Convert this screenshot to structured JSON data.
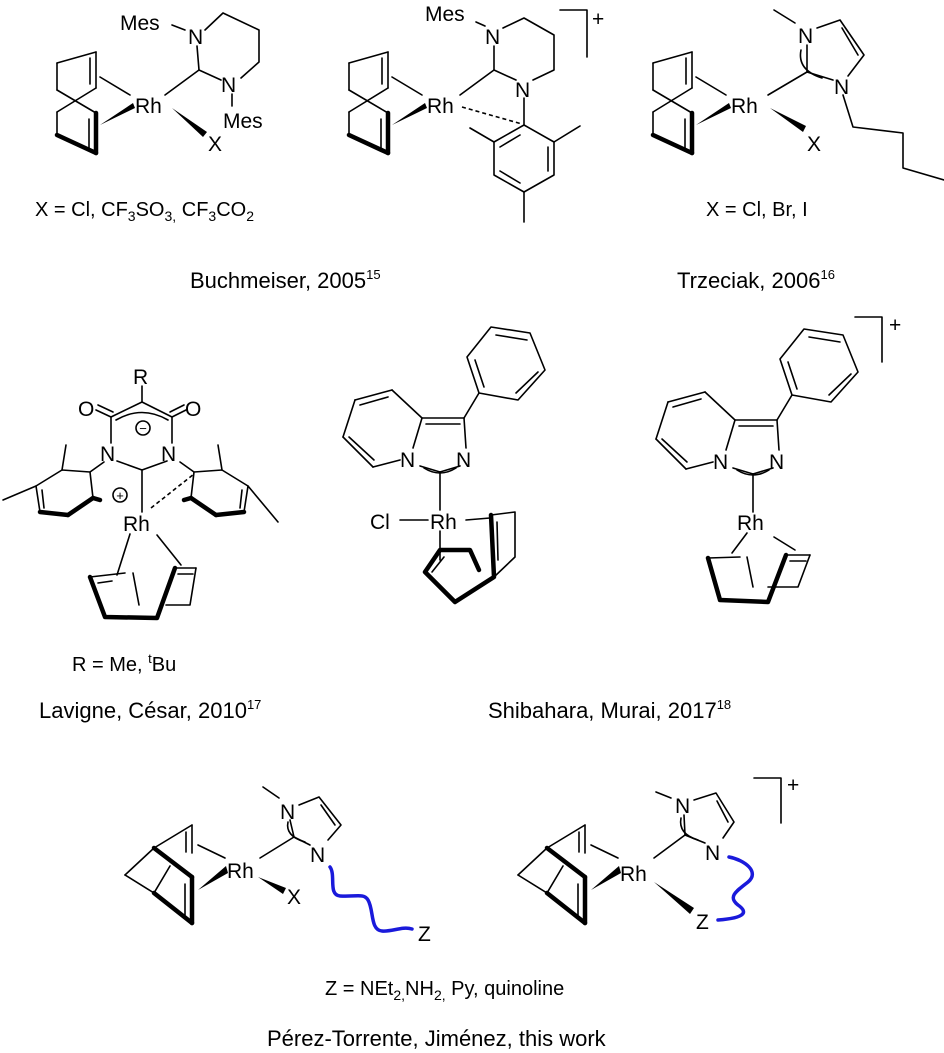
{
  "colors": {
    "tether": "#1a1adb",
    "ink": "#000000"
  },
  "buchmeiser_neutral": {
    "mes_top": "Mes",
    "n1": "N",
    "n2": "N",
    "mes_bottom": "Mes",
    "rh": "Rh",
    "x": "X",
    "caption": [
      "X = Cl, CF",
      "3",
      "SO",
      "3,",
      " CF",
      "3",
      "CO",
      "2"
    ]
  },
  "buchmeiser_cationic": {
    "mes_top": "Mes",
    "n1": "N",
    "n2": "N",
    "rh": "Rh",
    "charge": "+"
  },
  "buchmeiser_ref": {
    "text": "Buchmeiser, 2005",
    "sup": "15"
  },
  "trzeciak": {
    "n1": "N",
    "n2": "N",
    "rh": "Rh",
    "x": "X",
    "caption": "X = Cl, Br, I"
  },
  "trzeciak_ref": {
    "text": "Trzeciak, 2006",
    "sup": "16"
  },
  "lavigne": {
    "r": "R",
    "o1": "O",
    "o2": "O",
    "minus": "−",
    "n1": "N",
    "n2": "N",
    "plus": "+",
    "rh": "Rh",
    "caption": [
      "R = Me, ",
      "t",
      "Bu"
    ]
  },
  "lavigne_ref": {
    "text": "Lavigne, César, 2010",
    "sup": "17"
  },
  "shibahara_neutral": {
    "n1": "N",
    "n2": "N",
    "cl": "Cl",
    "rh": "Rh"
  },
  "shibahara_cationic": {
    "n1": "N",
    "n2": "N",
    "rh": "Rh",
    "charge": "+"
  },
  "shibahara_ref": {
    "text": "Shibahara, Murai, 2017",
    "sup": "18"
  },
  "this_work_neutral": {
    "n1": "N",
    "n2": "N",
    "rh": "Rh",
    "x": "X",
    "z": "Z"
  },
  "this_work_cationic": {
    "n1": "N",
    "n2": "N",
    "rh": "Rh",
    "z": "Z",
    "charge": "+"
  },
  "this_work_caption": [
    "Z = NEt",
    "2,",
    "NH",
    "2,",
    " Py, quinoline"
  ],
  "this_work_ref": {
    "text": "Pérez-Torrente,  Jiménez, this work"
  }
}
